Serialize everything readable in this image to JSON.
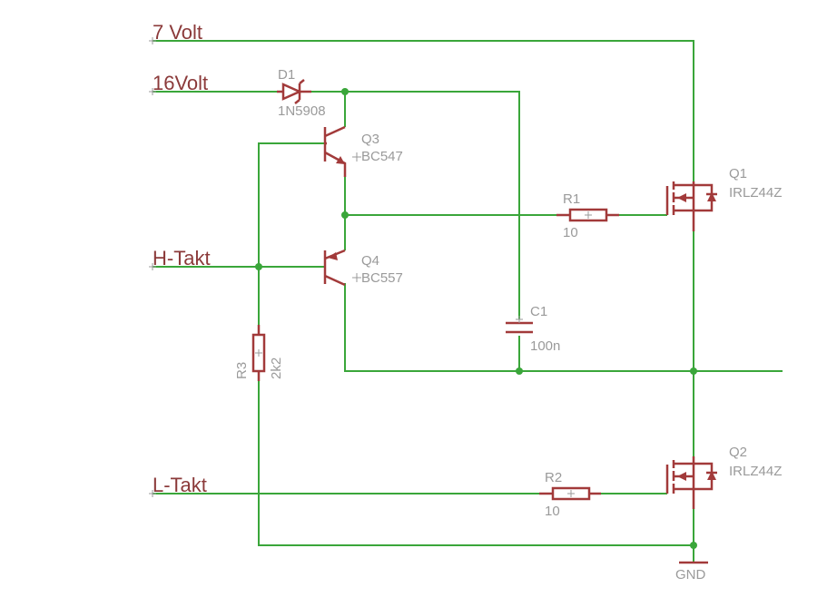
{
  "nets": {
    "v7": "7 Volt",
    "v16": "16Volt",
    "h_takt": "H-Takt",
    "l_takt": "L-Takt",
    "gnd": "GND"
  },
  "parts": {
    "d1": {
      "name": "D1",
      "value": "1N5908"
    },
    "q3": {
      "name": "Q3",
      "value": "BC547"
    },
    "q4": {
      "name": "Q4",
      "value": "BC557"
    },
    "q1": {
      "name": "Q1",
      "value": "IRLZ44Z"
    },
    "q2": {
      "name": "Q2",
      "value": "IRLZ44Z"
    },
    "r1": {
      "name": "R1",
      "value": "10"
    },
    "r2": {
      "name": "R2",
      "value": "10"
    },
    "r3": {
      "name": "R3",
      "value": "2k2"
    },
    "c1": {
      "name": "C1",
      "value": "100n"
    }
  },
  "colors": {
    "wire": "#3aa63a",
    "symbol": "#a23a3a",
    "net_label": "#8b3a3a",
    "part_label": "#9a9a9a"
  }
}
